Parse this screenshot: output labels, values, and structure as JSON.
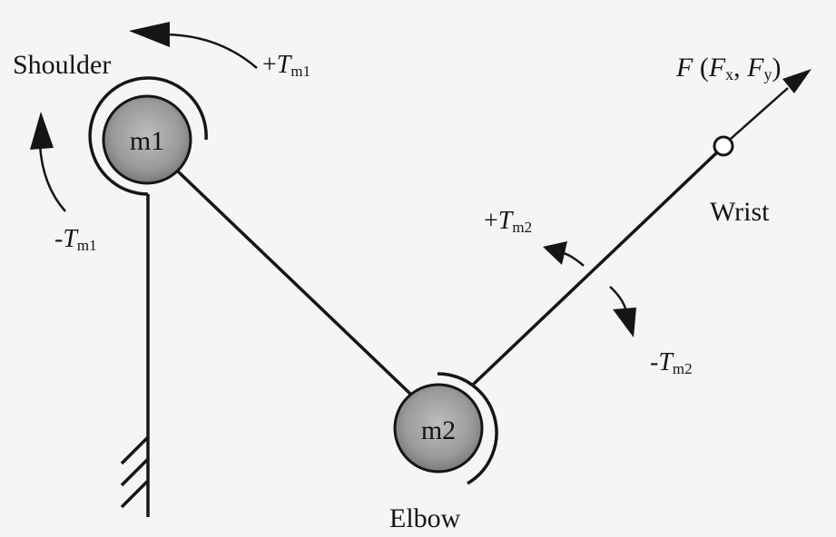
{
  "labels": {
    "shoulder": "Shoulder",
    "elbow": "Elbow",
    "wrist": "Wrist",
    "mass1": "m1",
    "mass2": "m2"
  },
  "torques": {
    "plus_m1": {
      "sign": "+",
      "symbol": "T",
      "subscript": "m1"
    },
    "minus_m1": {
      "sign": "-",
      "symbol": "T",
      "subscript": "m1"
    },
    "plus_m2": {
      "sign": "+",
      "symbol": "T",
      "subscript": "m2"
    },
    "minus_m2": {
      "sign": "-",
      "symbol": "T",
      "subscript": "m2"
    }
  },
  "force": {
    "symbol": "F",
    "open": " (",
    "fx_symbol": "F",
    "fx_sub": "x",
    "sep": ", ",
    "fy_symbol": "F",
    "fy_sub": "y",
    "close": ")"
  },
  "colors": {
    "ink": "#151515",
    "background": "#f5f5f3",
    "mass_fill": "#9a9a9a"
  }
}
